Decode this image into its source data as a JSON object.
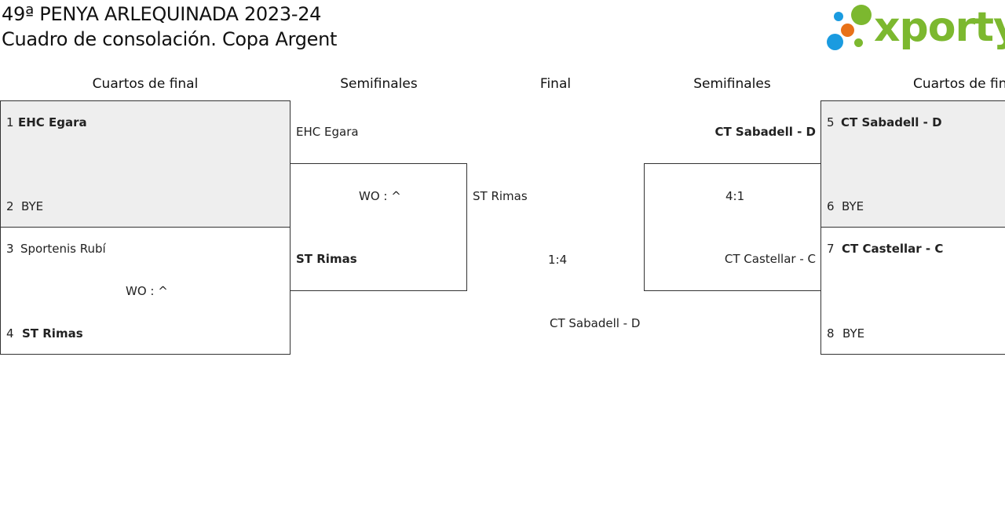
{
  "header": {
    "title_line1": "49ª PENYA ARLEQUINADA 2023-24",
    "title_line2": "Cuadro de consolación. Copa Argent"
  },
  "logo": {
    "text": "xporty",
    "colors": {
      "green": "#7cb82f",
      "blue": "#1a9be0",
      "orange": "#e87118"
    }
  },
  "rounds": {
    "left_quarters": "Cuartos de final",
    "left_semis": "Semifinales",
    "final": "Final",
    "right_semis": "Semifinales",
    "right_quarters": "Cuartos de fin"
  },
  "left_quarters": {
    "match1": {
      "seed_a": "1",
      "team_a": "EHC Egara",
      "seed_b": "2",
      "team_b": "BYE"
    },
    "match2": {
      "seed_a": "3",
      "team_a": "Sportenis Rubí",
      "score": "WO : ^",
      "seed_b": "4",
      "team_b": "ST Rimas"
    }
  },
  "left_semis": {
    "team_a": "EHC Egara",
    "score": "WO : ^",
    "team_b": "ST Rimas"
  },
  "final": {
    "left_team": "ST Rimas",
    "score": "1:4",
    "right_team": "CT Sabadell - D"
  },
  "right_semis": {
    "team_a": "CT Sabadell - D",
    "score": "4:1",
    "team_b": "CT Castellar - C"
  },
  "right_quarters": {
    "match1": {
      "seed_a": "5",
      "team_a": "CT Sabadell - D",
      "seed_b": "6",
      "team_b": "BYE"
    },
    "match2": {
      "seed_a": "7",
      "team_a": "CT Castellar - C",
      "seed_b": "8",
      "team_b": "BYE"
    }
  }
}
